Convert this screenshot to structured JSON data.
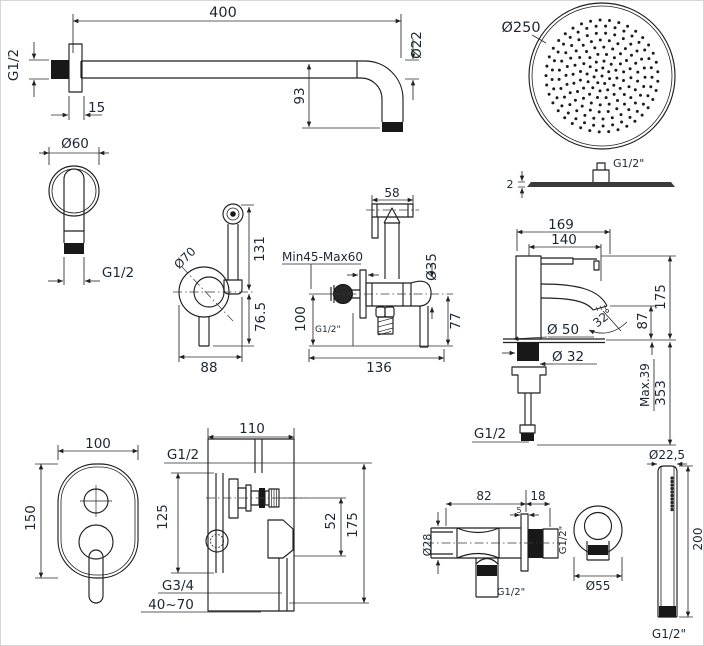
{
  "colors": {
    "line": "#1f1f1f",
    "text": "#1d2633",
    "background": "#ffffff"
  },
  "labels": {
    "shower_arm": {
      "length": "400",
      "diameter": "Ø22",
      "thread": "G1/2",
      "flange": "15",
      "drop": "93"
    },
    "shower_head": {
      "diameter": "Ø250",
      "thread": "G1/2\"",
      "thickness": "2"
    },
    "wall_elbow": {
      "diameter": "Ø60",
      "thread": "G1/2"
    },
    "spray_holder": {
      "diameter": "Ø70",
      "upper_height": "131",
      "lower_height": "76.5",
      "width": "88"
    },
    "bidet_kit": {
      "head_width": "58",
      "depth_range": "Min45-Max60",
      "body_diameter": "Ø35",
      "inlet_height": "100",
      "inlet_thread": "G1/2\"",
      "outlet_drop": "77",
      "width": "136"
    },
    "basin_mixer": {
      "total_width": "169",
      "spout_reach": "140",
      "height": "175",
      "spout_height": "87",
      "spout_angle": "32°",
      "base_diameter": "Ø 50",
      "hole_diameter": "Ø 32",
      "max_deck": "Max.39",
      "supply_length": "353",
      "thread": "G1/2"
    },
    "mixer_front": {
      "width": "100",
      "height": "150"
    },
    "mixer_side": {
      "width": "110",
      "top_thread": "G1/2",
      "plate_height": "125",
      "outlet_offset": "52",
      "height": "175",
      "bottom_thread": "G3/4",
      "depth_range": "40~70"
    },
    "outlet_elbow": {
      "length": "82",
      "flange_depth": "18",
      "flange_thickness": "5",
      "diameter": "Ø28",
      "side_thread": "G1/2\"",
      "bottom_thread": "G1/2\""
    },
    "bracket": {
      "diameter": "Ø55"
    },
    "hand_shower": {
      "diameter": "Ø22,5",
      "length": "200",
      "thread": "G1/2\""
    }
  }
}
